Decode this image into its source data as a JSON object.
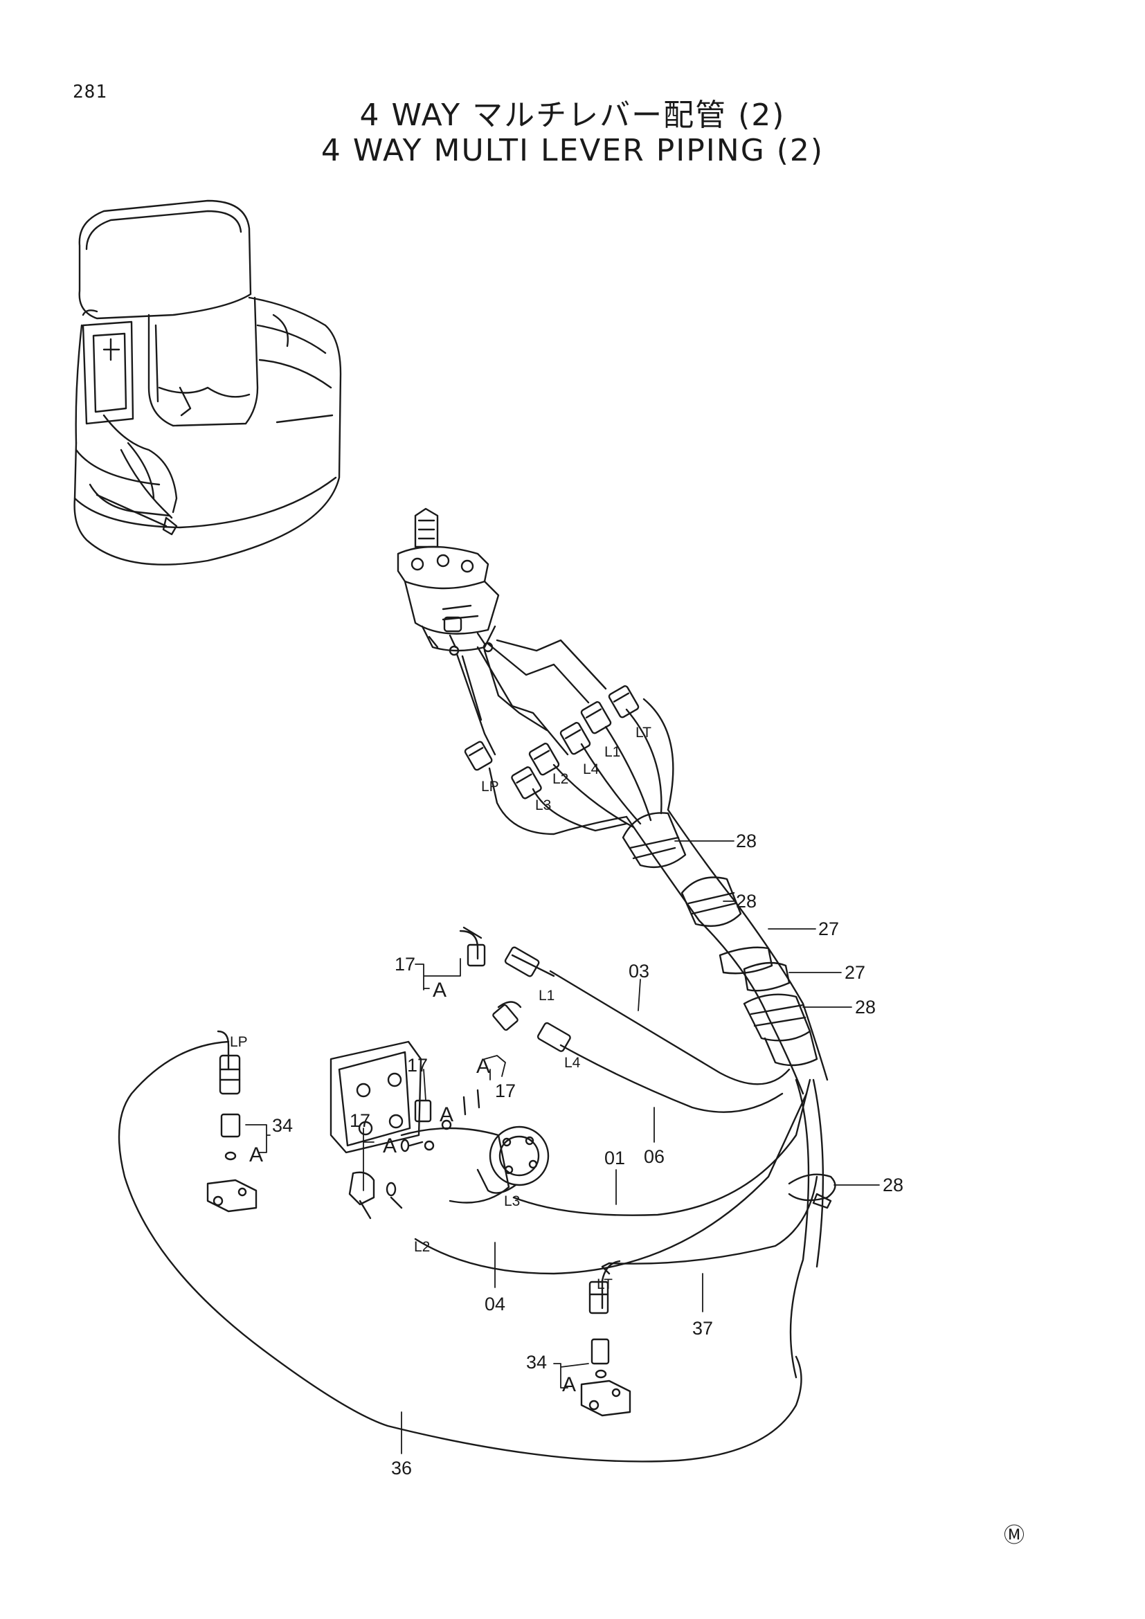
{
  "page_number": "281",
  "title_jp": "4 WAY マルチレバー配管 (2)",
  "title_en": "4 WAY MULTI LEVER PIPING (2)",
  "callouts": {
    "c28a": "28",
    "c28b": "28",
    "c27a": "27",
    "c27b": "27",
    "c28c": "28",
    "c28d": "28",
    "c03": "03",
    "c06": "06",
    "c01": "01",
    "c04": "04",
    "c37": "37",
    "c36": "36",
    "c17a": "17",
    "c17b": "17",
    "c17c": "17",
    "c17d": "17",
    "c34a": "34",
    "c34b": "34"
  },
  "port_tags": {
    "lt_top": "LT",
    "l1_top": "L1",
    "l4_top": "L4",
    "l2_top": "L2",
    "l3_top": "L3",
    "lp_top": "LP",
    "l1_bot": "L1",
    "l4_bot": "L4",
    "l3_bot": "L3",
    "l2_bot": "L2",
    "lp_bot": "LP",
    "lt_bot": "LT"
  },
  "detail_marks": {
    "a1": "A",
    "a2": "A",
    "a3": "A",
    "a4": "A",
    "a5": "A",
    "a6": "A"
  },
  "footer_mark": "Ⓜ"
}
